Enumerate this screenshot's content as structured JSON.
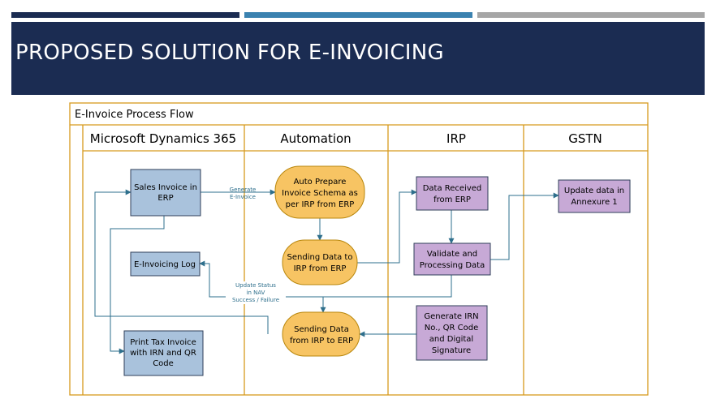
{
  "colors": {
    "header_bg": "#1b2c52",
    "accent_bar_1": "#1b2c52",
    "accent_bar_2": "#3b82b0",
    "accent_bar_3": "#a6a6a6",
    "frame_border": "#d79a1e",
    "blue_box": "#a9c2dc",
    "orange_circle": "#f7c463",
    "purple_box": "#c7a9d6",
    "connector": "#2e6f8c"
  },
  "slide": {
    "title": "PROPOSED SOLUTION FOR E-INVOICING"
  },
  "flow": {
    "title": "E-Invoice Process Flow",
    "lanes": [
      {
        "label": "Microsoft Dynamics 365"
      },
      {
        "label": "Automation"
      },
      {
        "label": "IRP"
      },
      {
        "label": "GSTN"
      }
    ],
    "nodes": {
      "sales_invoice": [
        "Sales Invoice in",
        "ERP"
      ],
      "einvoicing_log": [
        "E-Invoicing Log"
      ],
      "print_tax_invoice": [
        "Print Tax Invoice",
        "with IRN and QR",
        "Code"
      ],
      "auto_prepare": [
        "Auto Prepare",
        "Invoice Schema as",
        "per IRP from ERP"
      ],
      "sending_to_irp": [
        "Sending Data to",
        "IRP from ERP"
      ],
      "sending_from_irp": [
        "Sending Data",
        "from IRP to ERP"
      ],
      "data_received": [
        "Data Received",
        "from ERP"
      ],
      "validate": [
        "Validate and",
        "Processing Data"
      ],
      "generate_irn": [
        "Generate IRN",
        "No., QR Code",
        "and Digital",
        "Signature"
      ],
      "update_annexure": [
        "Update data in",
        "Annexure 1"
      ]
    },
    "annotations": {
      "generate_einvoice": [
        "Generate",
        "E-Invoice"
      ],
      "update_status": [
        "Update Status",
        "in NAV",
        "Success / Failure"
      ]
    }
  }
}
